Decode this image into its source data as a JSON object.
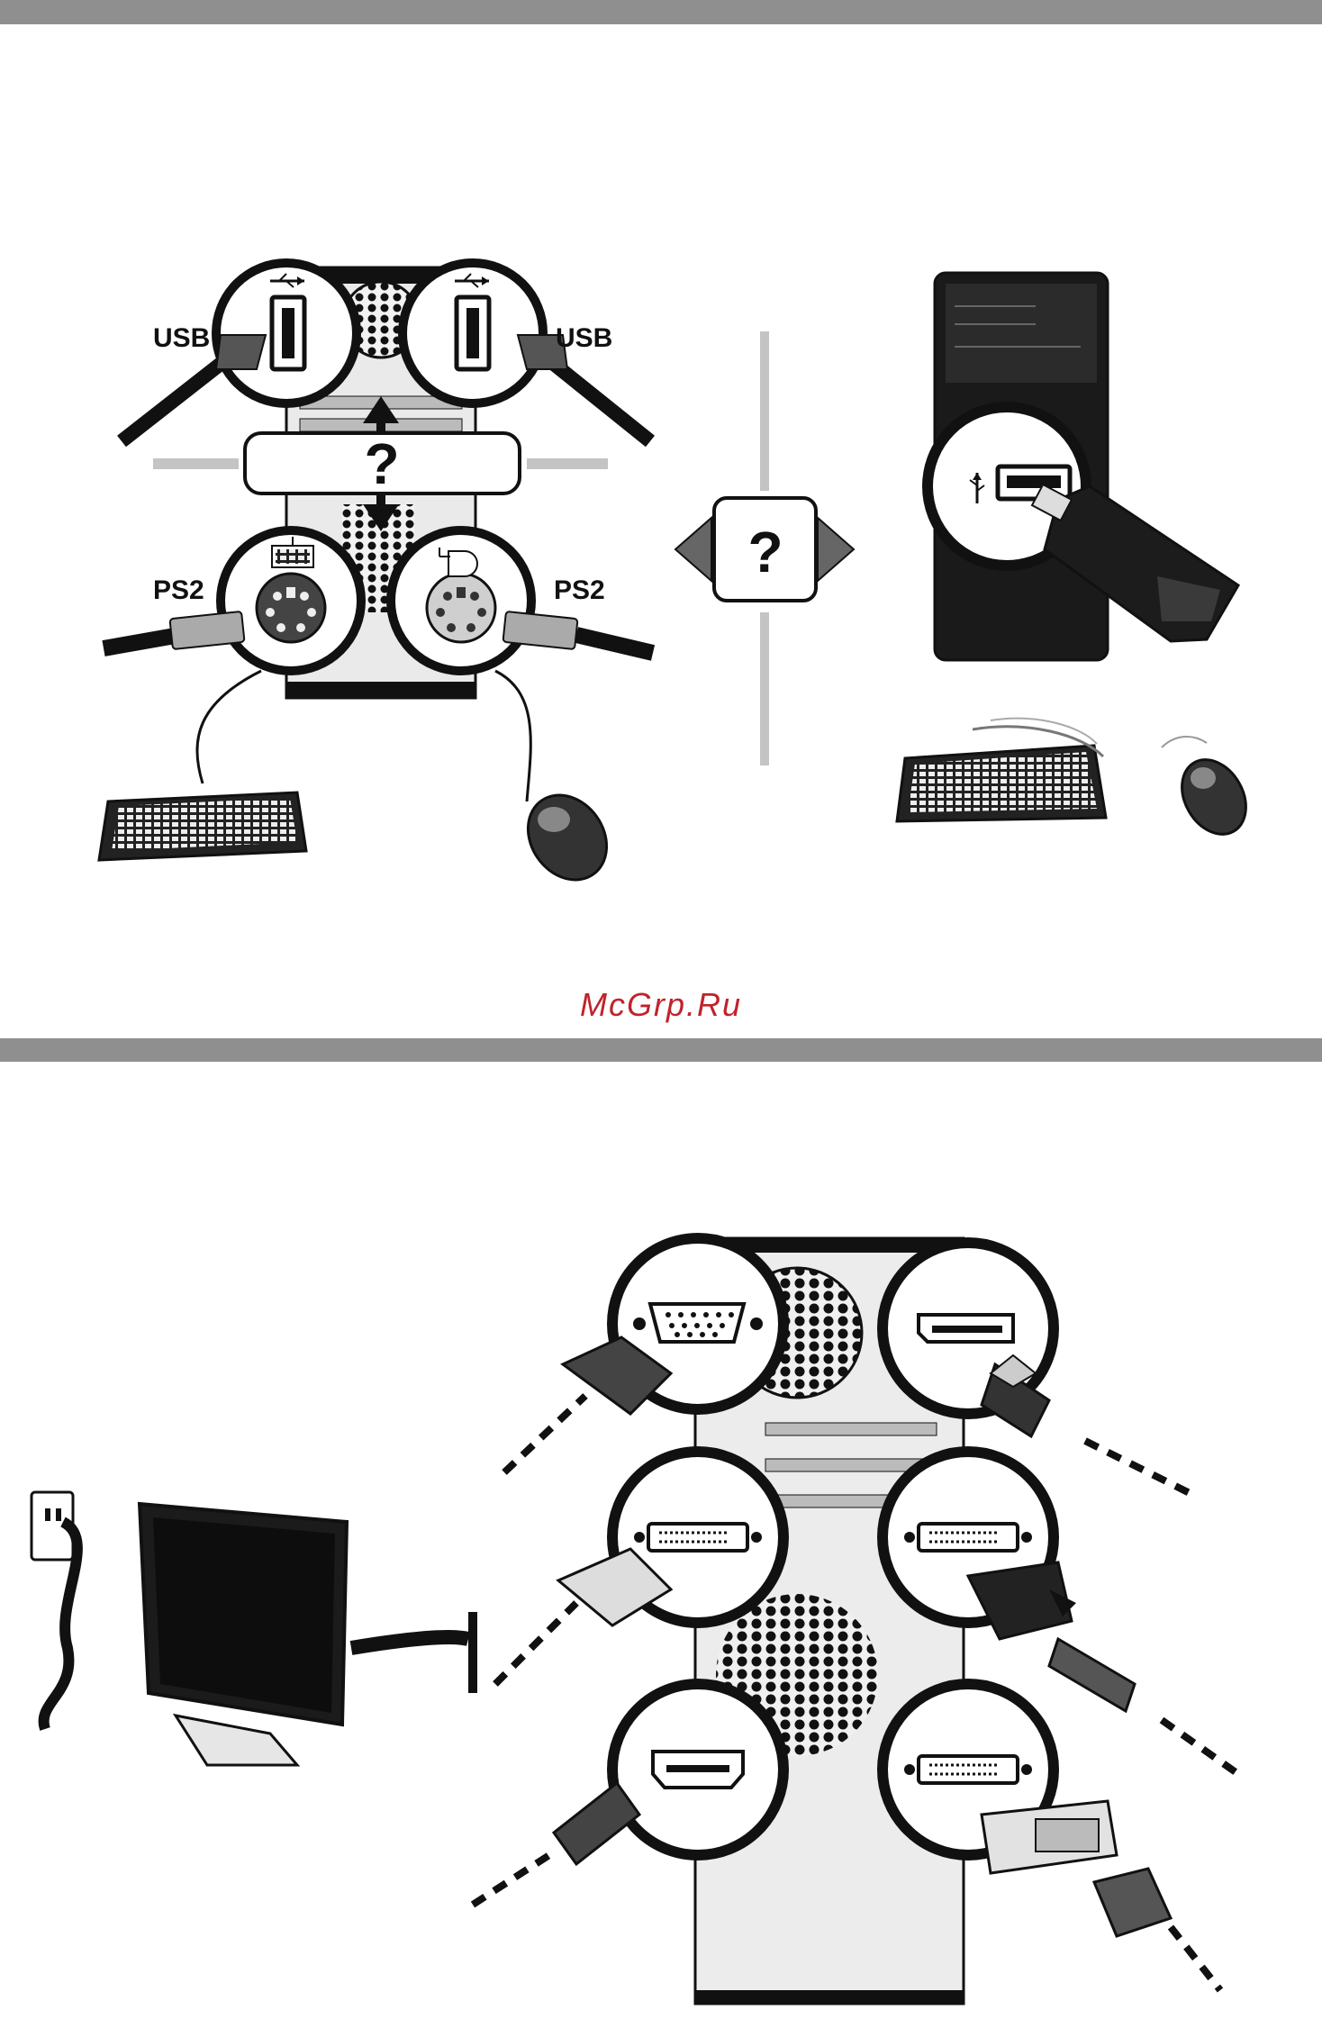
{
  "labels": {
    "usb_left": "USB",
    "usb_right": "USB",
    "ps2_left": "PS2",
    "ps2_right": "PS2",
    "question_mark_top": "?",
    "question_mark_center": "?"
  },
  "watermark": "McGrp.Ru",
  "colors": {
    "band": "#8f8f8f",
    "watermark": "#c0232b",
    "ink": "#111111",
    "light_gray": "#c4c4c4"
  },
  "icons": {
    "usb_symbol": "usb-icon",
    "keyboard_symbol": "keyboard-icon",
    "mouse_symbol": "mouse-icon"
  }
}
